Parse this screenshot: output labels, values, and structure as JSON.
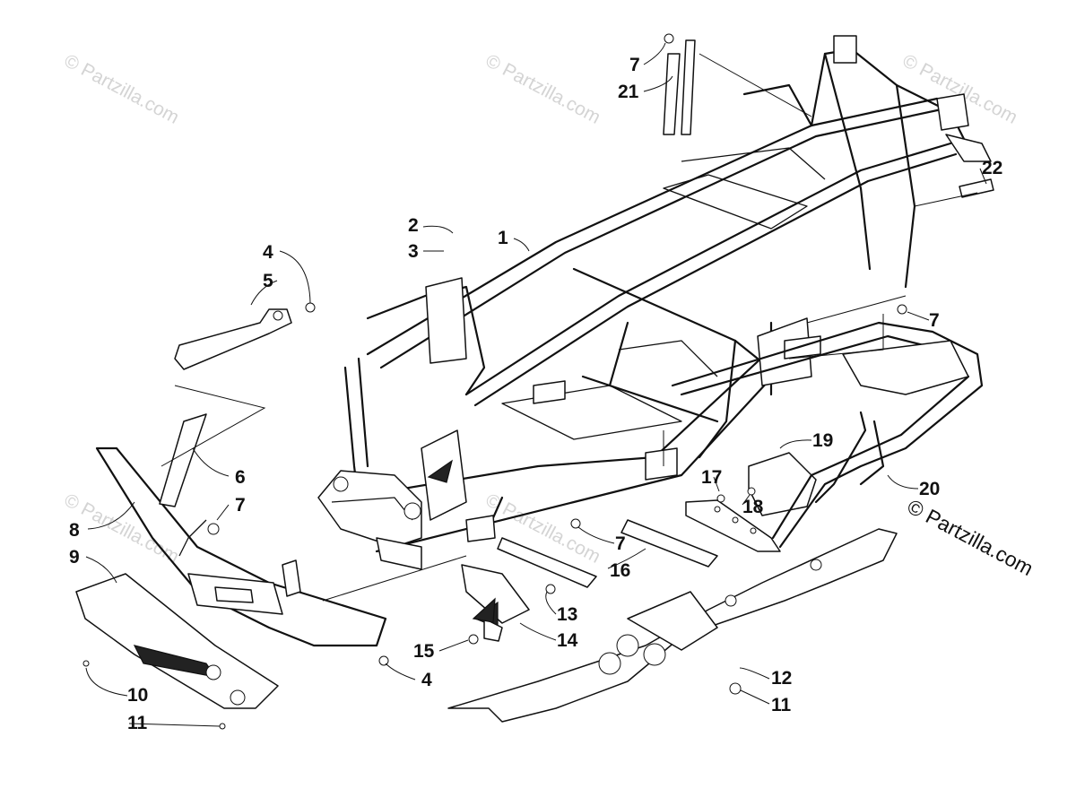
{
  "watermarks": [
    {
      "text": "© Partzilla.com"
    },
    {
      "text": "© Partzilla.com"
    },
    {
      "text": "© Partzilla.com"
    },
    {
      "text": "© Partzilla.com"
    },
    {
      "text": "© Partzilla.com"
    }
  ],
  "brand_watermark": "© Partzilla.com",
  "callouts": {
    "c1": "1",
    "c2": "2",
    "c3": "3",
    "c4a": "4",
    "c5": "5",
    "c6": "6",
    "c7a": "7",
    "c8": "8",
    "c9": "9",
    "c10": "10",
    "c11a": "11",
    "c4b": "4",
    "c15": "15",
    "c14": "14",
    "c13": "13",
    "c7b": "7",
    "c16": "16",
    "c17": "17",
    "c18": "18",
    "c19": "19",
    "c20": "20",
    "c12": "12",
    "c11b": "11",
    "c7c": "7",
    "c22": "22",
    "c7d": "7",
    "c21": "21"
  }
}
